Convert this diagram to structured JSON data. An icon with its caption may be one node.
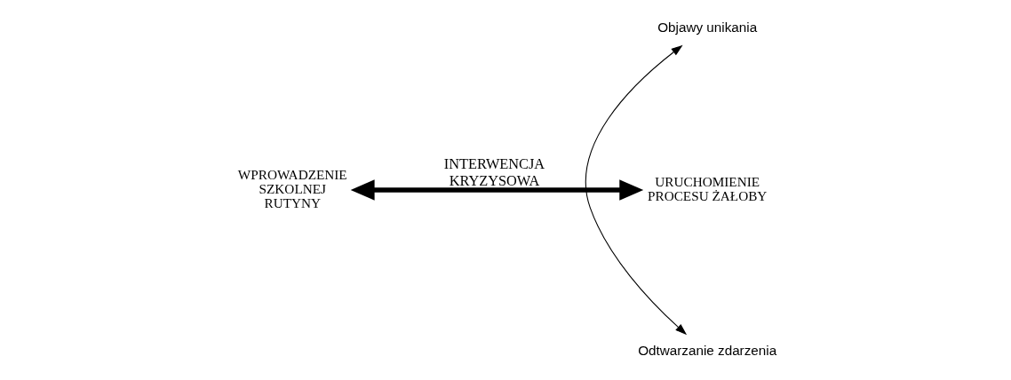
{
  "diagram": {
    "nodes": [
      {
        "text": [
          "WPROWADZENIE SZKOLNEJ RUTYNY"
        ]
      },
      {
        "text": [
          "URUCHOMIENIE PROCESU ŻAŁOBY"
        ]
      },
      {
        "text": [
          "Objawy unikania"
        ]
      },
      {
        "text": [
          "Odtwarzanie zdarzenia"
        ]
      }
    ],
    "edges": [
      {
        "from": 0,
        "to": 1,
        "arrow": "both",
        "label": "INTERWENCJA KRYZYSOWA",
        "style": "thick"
      },
      {
        "from": 3,
        "to": 2,
        "arrow": "both"
      }
    ]
  }
}
